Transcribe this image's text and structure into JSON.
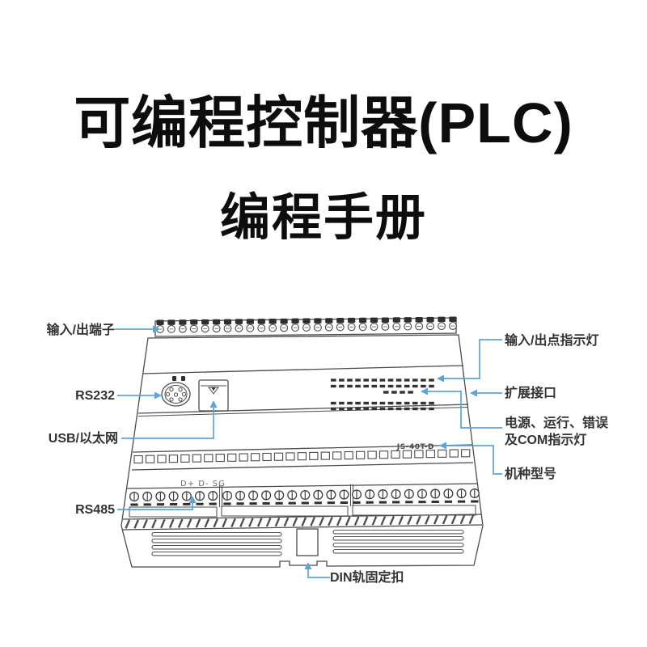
{
  "page": {
    "background": "#ffffff"
  },
  "colors": {
    "accent": "#5ba4da",
    "device_line": "#4b4b4b",
    "title_text": "#0d0d0d",
    "label_text": "#333333"
  },
  "title": {
    "line1": "可编程控制器(PLC)",
    "line2": "编程手册"
  },
  "diagram": {
    "device_model": "JS-40T-D",
    "rs485_pin_names": "D+ D- SG",
    "labels": {
      "left": [
        {
          "id": "io-terminals",
          "text": "输入/出端子"
        },
        {
          "id": "rs232",
          "text": "RS232"
        },
        {
          "id": "usb-ethernet",
          "text": "USB/以太网"
        },
        {
          "id": "rs485",
          "text": "RS485"
        }
      ],
      "right": [
        {
          "id": "io-indicators",
          "text": "输入/出点指示灯"
        },
        {
          "id": "expansion-port",
          "text": "扩展接口"
        },
        {
          "id": "power-run-error-com",
          "text": "电源、运行、错误",
          "text2": "及COM指示灯"
        },
        {
          "id": "model-number",
          "text": "机种型号"
        }
      ],
      "bottom": [
        {
          "id": "din-rail-clip",
          "text": "DIN轨固定扣"
        }
      ]
    }
  }
}
